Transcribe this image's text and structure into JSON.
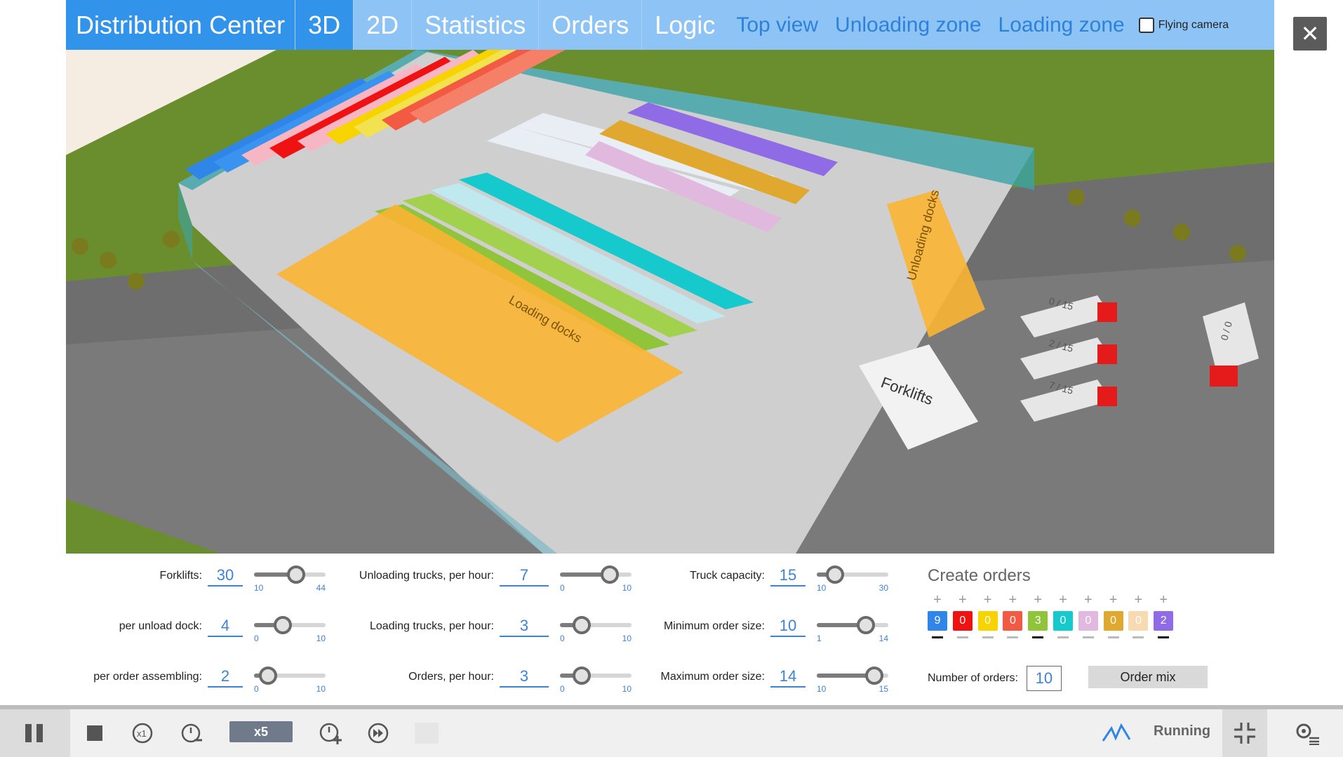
{
  "nav": {
    "title": "Distribution Center",
    "tabs": [
      {
        "label": "3D",
        "active": true
      },
      {
        "label": "2D",
        "active": false
      },
      {
        "label": "Statistics",
        "active": false
      },
      {
        "label": "Orders",
        "active": false
      },
      {
        "label": "Logic",
        "active": false
      }
    ],
    "links": [
      "Top view",
      "Unloading zone",
      "Loading zone"
    ],
    "flying_camera": {
      "label": "Flying camera",
      "checked": false
    },
    "close_icon": "close-icon"
  },
  "scene": {
    "labels": {
      "loading_docks": "Loading docks",
      "unloading_docks": "Unloading docks",
      "forklifts": "Forklifts"
    },
    "trucks": [
      "0 / 15",
      "2 / 15",
      "7 / 15",
      "0 / 0"
    ],
    "colors": {
      "ground": "#6a8e2e",
      "road": "#6e6e6e",
      "floor": "#c8c8c8",
      "wall": "#3aa3a8",
      "sky": "#f5ede1",
      "dock": "#fbb433",
      "truck_cab": "#e51b1b"
    }
  },
  "params": {
    "col1": [
      {
        "label": "Forklifts:",
        "value": "30",
        "min": "10",
        "max": "44",
        "fraction": 0.59
      },
      {
        "label": "per unload dock:",
        "value": "4",
        "min": "0",
        "max": "10",
        "fraction": 0.4
      },
      {
        "label": "per order assembling:",
        "value": "2",
        "min": "0",
        "max": "10",
        "fraction": 0.2
      }
    ],
    "col2": [
      {
        "label": "Unloading trucks, per hour:",
        "value": "7",
        "min": "0",
        "max": "10",
        "fraction": 0.7
      },
      {
        "label": "Loading trucks, per hour:",
        "value": "3",
        "min": "0",
        "max": "10",
        "fraction": 0.3
      },
      {
        "label": "Orders, per hour:",
        "value": "3",
        "min": "0",
        "max": "10",
        "fraction": 0.3
      }
    ],
    "col3": [
      {
        "label": "Truck capacity:",
        "value": "15",
        "min": "10",
        "max": "30",
        "fraction": 0.25
      },
      {
        "label": "Minimum order size:",
        "value": "10",
        "min": "1",
        "max": "14",
        "fraction": 0.69
      },
      {
        "label": "Maximum order size:",
        "value": "14",
        "min": "10",
        "max": "15",
        "fraction": 0.8
      }
    ]
  },
  "create_orders": {
    "title": "Create orders",
    "items": [
      {
        "value": "9",
        "color": "#2f86e8",
        "dash_dark": true
      },
      {
        "value": "0",
        "color": "#ee1212",
        "dash_dark": false
      },
      {
        "value": "0",
        "color": "#f7d300",
        "dash_dark": false
      },
      {
        "value": "0",
        "color": "#f25a44",
        "dash_dark": false
      },
      {
        "value": "3",
        "color": "#8fc43b",
        "dash_dark": true
      },
      {
        "value": "0",
        "color": "#15c9cc",
        "dash_dark": false
      },
      {
        "value": "0",
        "color": "#e1b8de",
        "dash_dark": false
      },
      {
        "value": "0",
        "color": "#e0a82e",
        "dash_dark": false
      },
      {
        "value": "0",
        "color": "#f7d9b2",
        "dash_dark": false
      },
      {
        "value": "2",
        "color": "#8f6ce6",
        "dash_dark": true
      }
    ],
    "plus": "+",
    "number_label": "Number of orders:",
    "number_value": "10",
    "order_mix_label": "Order mix"
  },
  "bottombar": {
    "speed": "x5",
    "status": "Running"
  }
}
